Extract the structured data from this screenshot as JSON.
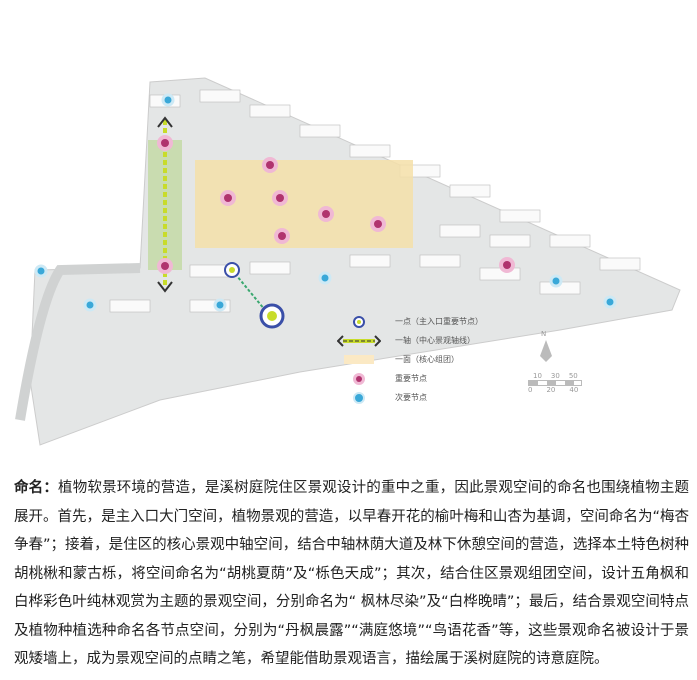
{
  "legend": [
    {
      "label": "一点（主入口重要节点）",
      "icon": "entrance-node-icon"
    },
    {
      "label": "一轴（中心景观轴线）",
      "icon": "axis-arrow-icon"
    },
    {
      "label": "一面（核心组团）",
      "icon": "core-area-swatch"
    },
    {
      "label": "重要节点",
      "icon": "important-node-icon"
    },
    {
      "label": "次要节点",
      "icon": "secondary-node-icon"
    }
  ],
  "north_label": "N",
  "scale": {
    "top": [
      "10",
      "30",
      "50"
    ],
    "bottom": [
      "0",
      "20",
      "40"
    ]
  },
  "colors": {
    "important": "#b0336e",
    "secondary": "#3aa8d8",
    "core": "#f5dfa8",
    "axis": "#c8dc2a"
  },
  "article": {
    "heading": "命名：",
    "body": "植物软景环境的营造，是溪树庭院住区景观设计的重中之重，因此景观空间的命名也围绕植物主题展开。首先，是主入口大门空间，植物景观的营造，以早春开花的榆叶梅和山杏为基调，空间命名为“梅杏争春”；接着，是住区的核心景观中轴空间，结合中轴林荫大道及林下休憩空间的营造，选择本土特色树种胡桃楸和蒙古栎，将空间命名为“胡桃夏荫”及“栎色天成”；其次，结合住区景观组团空间，设计五角枫和白桦彩色叶纯林观赏为主题的景观空间，分别命名为“ 枫林尽染”及“白桦晚晴”；最后，结合景观空间特点及植物种植选种命名各节点空间，分别为“丹枫晨露”“满庭悠境”“鸟语花香”等，这些景观命名被设计于景观矮墙上，成为景观空间的点睛之笔，希望能借助景观语言，描绘属于溪树庭院的诗意庭院。"
  }
}
